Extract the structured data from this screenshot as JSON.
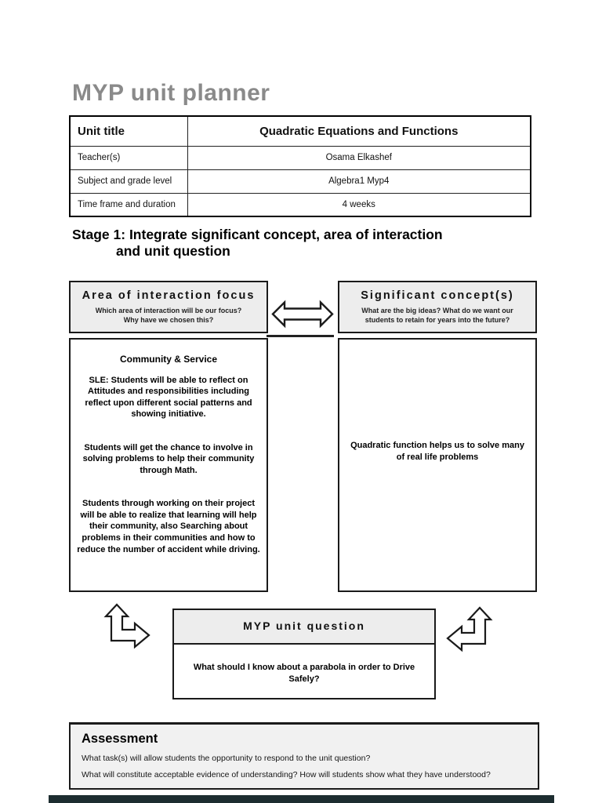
{
  "page": {
    "title": "MYP unit planner"
  },
  "info_table": {
    "rows": [
      {
        "label": "Unit title",
        "value": "Quadratic Equations and Functions"
      },
      {
        "label": "Teacher(s)",
        "value": "Osama Elkashef"
      },
      {
        "label": "Subject and grade level",
        "value": "Algebra1 Myp4"
      },
      {
        "label": "Time frame and duration",
        "value": "4 weeks"
      }
    ]
  },
  "stage1": {
    "heading": "Stage 1: Integrate significant concept, area of interaction and unit question"
  },
  "area_of_interaction": {
    "title": "Area of interaction focus",
    "subtitle": "Which area of interaction will be our focus?\nWhy have we chosen this?",
    "paragraphs": [
      "Community & Service",
      "SLE: Students will be able to reflect on Attitudes and responsibilities including reflect upon different social patterns and showing initiative.",
      "Students will get the chance to involve in solving problems to help their community through Math.",
      "Students through working on their project will be able to realize that learning will help their community, also Searching about problems in their communities and how to reduce the number of accident while driving."
    ]
  },
  "significant_concept": {
    "title": "Significant concept(s)",
    "subtitle": "What are the big ideas? What do we want our\nstudents to retain for years into the future?",
    "statement": "Quadratic function helps us to solve many of real life problems"
  },
  "unit_question": {
    "title": "MYP unit question",
    "question": "What should I know about a parabola in order to Drive Safely?"
  },
  "assessment": {
    "title": "Assessment",
    "questions": [
      "What task(s) will allow students the opportunity to respond to the unit question?",
      "What will constitute acceptable evidence of understanding? How will students show what they have understood?"
    ]
  },
  "icons": {
    "double_arrow": "left-right-double-arrow",
    "bent_arrow_left": "up-right-bent-arrow",
    "bent_arrow_right": "up-left-bent-arrow"
  },
  "colors": {
    "title_gray": "#8a8a8a",
    "box_header_bg": "#ededed",
    "assessment_bg": "#f1f1f1",
    "border_dark": "#1a1a1a",
    "bottom_bar": "#1d2d30"
  }
}
